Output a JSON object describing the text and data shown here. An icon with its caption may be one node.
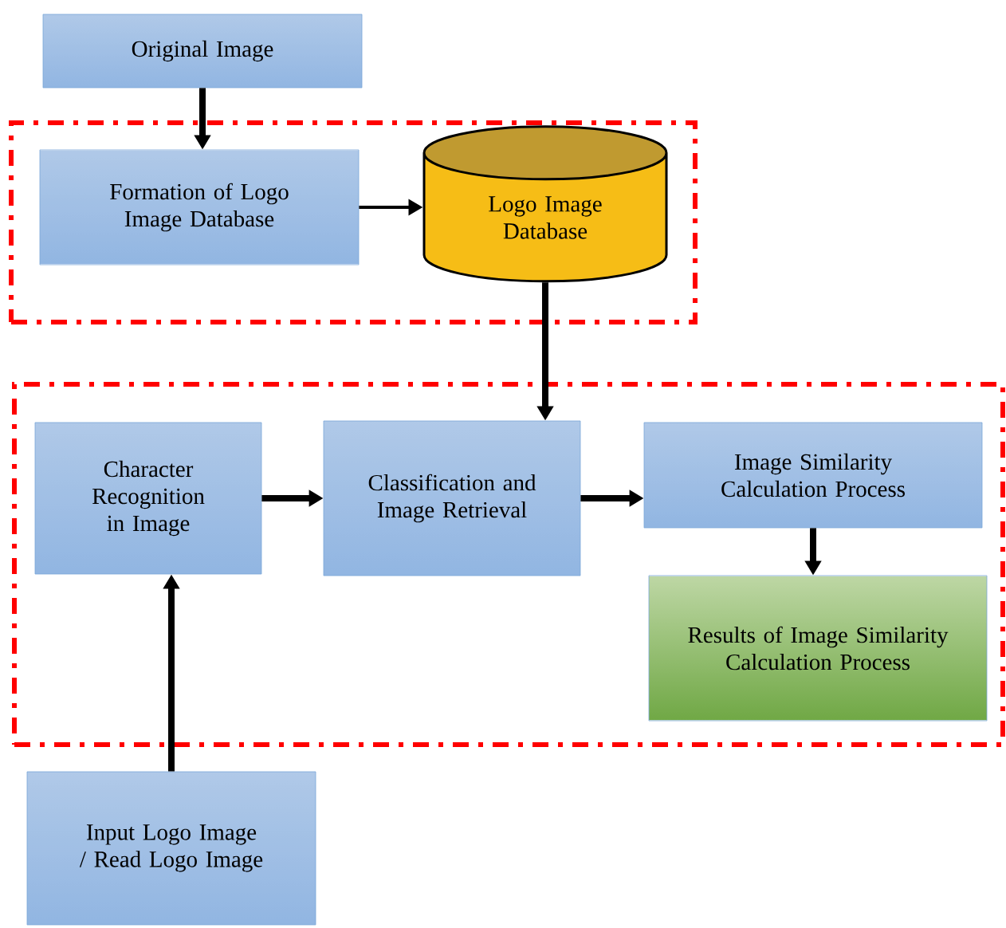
{
  "diagram": {
    "nodes": [
      {
        "text": [
          "Original Image"
        ]
      },
      {
        "text": [],
        "shape": "box"
      },
      {
        "text": [
          "Formation of Logo Image Database"
        ],
        "in": 1
      },
      {
        "text": [
          "Logo Image Database"
        ],
        "in": 1
      },
      {
        "text": [],
        "shape": "box"
      },
      {
        "text": [
          "Character Recognition in Image"
        ],
        "in": 4
      },
      {
        "text": [
          "Classification and Image Retrieval"
        ],
        "in": 4
      },
      {
        "text": [
          "Image Similarity Calculation Process"
        ],
        "in": 4
      },
      {
        "text": [
          "Results of Image Similarity Calculation Process"
        ],
        "in": 4
      },
      {
        "text": [
          "Input Logo Image / Read Logo Image"
        ]
      }
    ],
    "edges": [
      {
        "from": 0,
        "to": 2,
        "arrow": "to"
      },
      {
        "from": 2,
        "to": 3,
        "arrow": "to"
      },
      {
        "from": 3,
        "to": 6,
        "arrow": "to"
      },
      {
        "from": 5,
        "to": 6,
        "arrow": "to"
      },
      {
        "from": 6,
        "to": 7,
        "arrow": "to"
      },
      {
        "from": 7,
        "to": 8,
        "arrow": "to"
      },
      {
        "from": 9,
        "to": 5,
        "arrow": "to"
      }
    ]
  }
}
